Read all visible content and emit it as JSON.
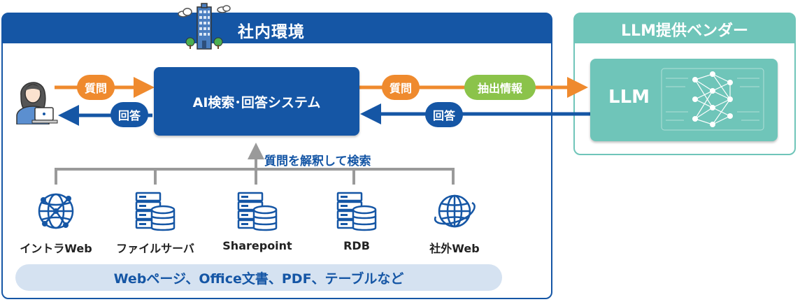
{
  "internal_env": {
    "title": "社内環境"
  },
  "vendor": {
    "title": "LLM提供ベンダー"
  },
  "ai_system": {
    "label": "AI検索･回答システム"
  },
  "llm": {
    "label": "LLM"
  },
  "badges": {
    "question_user": "質問",
    "answer_user": "回答",
    "question_llm": "質問",
    "extracted_info": "抽出情報",
    "answer_llm": "回答"
  },
  "interpret_label": "質問を解釈して検索",
  "sources": [
    {
      "label": "イントラWeb",
      "icon": "network-globe-icon"
    },
    {
      "label": "ファイルサーバ",
      "icon": "server-database-icon"
    },
    {
      "label": "Sharepoint",
      "icon": "server-database-icon"
    },
    {
      "label": "RDB",
      "icon": "server-database-icon"
    },
    {
      "label": "社外Web",
      "icon": "globe-icon"
    }
  ],
  "documents_label": "Webページ、Office文書、PDF、テーブルなど",
  "colors": {
    "primary": "#1556a5",
    "accent_orange": "#ef8a2e",
    "vendor_teal": "#6fc5b9",
    "green": "#8bc34a"
  }
}
